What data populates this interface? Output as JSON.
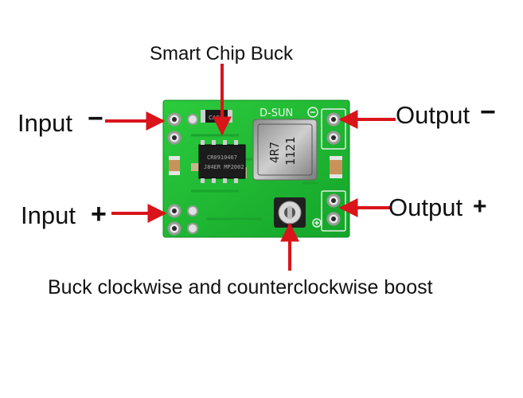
{
  "labels": {
    "title": "Smart Chip Buck",
    "input_minus": "Input",
    "input_plus": "Input",
    "output_minus": "Output",
    "output_plus": "Output",
    "bottom": "Buck clockwise and counterclockwise boost",
    "minus_sign": "−",
    "plus_sign": "+"
  },
  "board": {
    "silkscreen": "D-SUN",
    "inductor_marking_1": "4R7",
    "inductor_marking_2": "1121",
    "chip_marking_1": "CR0910467",
    "chip_marking_2": "J84ER MP2002"
  },
  "colors": {
    "pcb_green": "#1fbd33",
    "arrow_red": "#d9141a"
  }
}
